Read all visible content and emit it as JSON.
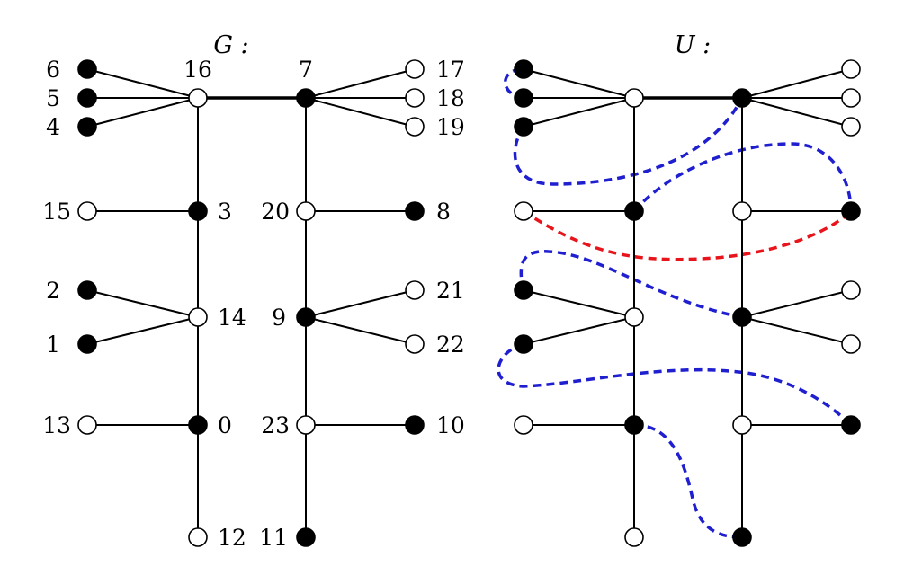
{
  "colors": {
    "black": "#000000",
    "white": "#ffffff",
    "red": "#e8141b",
    "blue": "#1f1fd0"
  },
  "panels": [
    {
      "id": "G",
      "title": "G :",
      "labeled": true
    },
    {
      "id": "U",
      "title": "U :",
      "labeled": false
    }
  ],
  "nodes": [
    {
      "id": "6",
      "color": "black"
    },
    {
      "id": "5",
      "color": "black"
    },
    {
      "id": "4",
      "color": "black"
    },
    {
      "id": "16",
      "color": "white"
    },
    {
      "id": "7",
      "color": "black"
    },
    {
      "id": "17",
      "color": "white"
    },
    {
      "id": "18",
      "color": "white"
    },
    {
      "id": "19",
      "color": "white"
    },
    {
      "id": "15",
      "color": "white"
    },
    {
      "id": "3",
      "color": "black"
    },
    {
      "id": "20",
      "color": "white"
    },
    {
      "id": "8",
      "color": "black"
    },
    {
      "id": "2",
      "color": "black"
    },
    {
      "id": "1",
      "color": "black"
    },
    {
      "id": "14",
      "color": "white"
    },
    {
      "id": "9",
      "color": "black"
    },
    {
      "id": "21",
      "color": "white"
    },
    {
      "id": "22",
      "color": "white"
    },
    {
      "id": "13",
      "color": "white"
    },
    {
      "id": "0",
      "color": "black"
    },
    {
      "id": "23",
      "color": "white"
    },
    {
      "id": "10",
      "color": "black"
    },
    {
      "id": "12",
      "color": "white"
    },
    {
      "id": "11",
      "color": "black"
    }
  ],
  "edges": [
    [
      "6",
      "16"
    ],
    [
      "5",
      "16"
    ],
    [
      "4",
      "16"
    ],
    [
      "16",
      "7",
      "red"
    ],
    [
      "7",
      "17"
    ],
    [
      "7",
      "18"
    ],
    [
      "7",
      "19"
    ],
    [
      "16",
      "3"
    ],
    [
      "15",
      "3"
    ],
    [
      "3",
      "14"
    ],
    [
      "2",
      "14"
    ],
    [
      "1",
      "14"
    ],
    [
      "14",
      "0"
    ],
    [
      "13",
      "0"
    ],
    [
      "0",
      "12"
    ],
    [
      "7",
      "20"
    ],
    [
      "20",
      "8"
    ],
    [
      "20",
      "9"
    ],
    [
      "9",
      "21"
    ],
    [
      "9",
      "22"
    ],
    [
      "9",
      "23"
    ],
    [
      "23",
      "10"
    ],
    [
      "23",
      "11"
    ]
  ],
  "extra_edges_U": [
    {
      "from": "5",
      "to": "6",
      "color": "blue"
    },
    {
      "from": "4",
      "to": "7",
      "color": "blue"
    },
    {
      "from": "3",
      "to": "8",
      "color": "blue"
    },
    {
      "from": "15",
      "to": "8",
      "color": "red"
    },
    {
      "from": "2",
      "to": "9",
      "color": "blue"
    },
    {
      "from": "1",
      "to": "10",
      "color": "blue"
    },
    {
      "from": "0",
      "to": "11",
      "color": "blue"
    }
  ]
}
